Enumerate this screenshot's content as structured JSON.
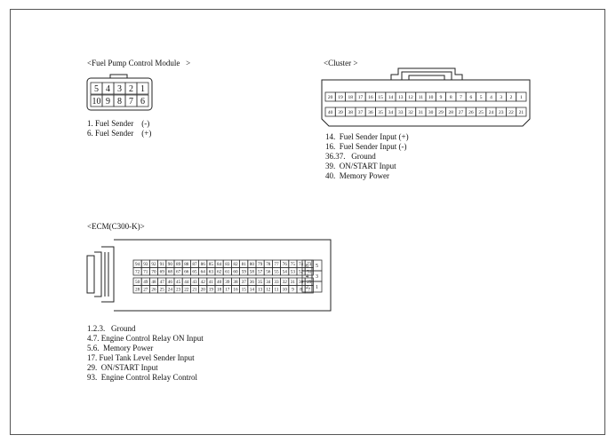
{
  "fuel_pump_module": {
    "title": "<Fuel Pump Control Module   >",
    "pins_top": [
      "5",
      "4",
      "3",
      "2",
      "1"
    ],
    "pins_bottom": [
      "10",
      "9",
      "8",
      "7",
      "6"
    ],
    "legend": [
      "1. Fuel Sender    (-)",
      "6. Fuel Sender    (+)"
    ]
  },
  "cluster": {
    "title": "<Cluster >",
    "pins_top": [
      "20",
      "19",
      "18",
      "17",
      "16",
      "15",
      "14",
      "13",
      "12",
      "11",
      "10",
      "9",
      "8",
      "7",
      "6",
      "5",
      "4",
      "3",
      "2",
      "1"
    ],
    "pins_bottom": [
      "40",
      "39",
      "38",
      "37",
      "36",
      "35",
      "34",
      "33",
      "32",
      "31",
      "30",
      "29",
      "28",
      "27",
      "26",
      "25",
      "24",
      "23",
      "22",
      "21"
    ],
    "legend": [
      "14.  Fuel Sender Input (+)",
      "16.  Fuel Sender Input (-)",
      "36.37.   Ground",
      "39.  ON/START Input",
      "40.  Memory Power"
    ]
  },
  "ecm": {
    "title": "<ECM(C300-K)>",
    "row1": [
      "94",
      "93",
      "92",
      "91",
      "90",
      "89",
      "88",
      "87",
      "86",
      "85",
      "84",
      "83",
      "82",
      "81",
      "80",
      "79",
      "78",
      "77",
      "76",
      "75",
      "74",
      "73"
    ],
    "row2": [
      "72",
      "71",
      "70",
      "69",
      "68",
      "67",
      "66",
      "65",
      "64",
      "63",
      "62",
      "61",
      "60",
      "59",
      "58",
      "57",
      "56",
      "55",
      "54",
      "53",
      "52",
      "51"
    ],
    "row3": [
      "50",
      "49",
      "48",
      "47",
      "46",
      "45",
      "44",
      "43",
      "42",
      "41",
      "40",
      "39",
      "38",
      "37",
      "36",
      "35",
      "34",
      "33",
      "32",
      "31",
      "30",
      "29"
    ],
    "row4": [
      "28",
      "27",
      "26",
      "25",
      "24",
      "23",
      "22",
      "21",
      "20",
      "19",
      "18",
      "17",
      "16",
      "15",
      "14",
      "13",
      "12",
      "11",
      "10",
      "9",
      "8",
      "7"
    ],
    "side_block": [
      [
        "6",
        "5"
      ],
      [
        "4",
        "3"
      ],
      [
        "2",
        "1"
      ]
    ],
    "legend": [
      "1.2.3.   Ground",
      "4.7. Engine Control Relay ON Input",
      "5.6.  Memory Power",
      "17. Fuel Tank Level Sender Input",
      "29.  ON/START Input",
      "93.  Engine Control Relay Control"
    ]
  }
}
